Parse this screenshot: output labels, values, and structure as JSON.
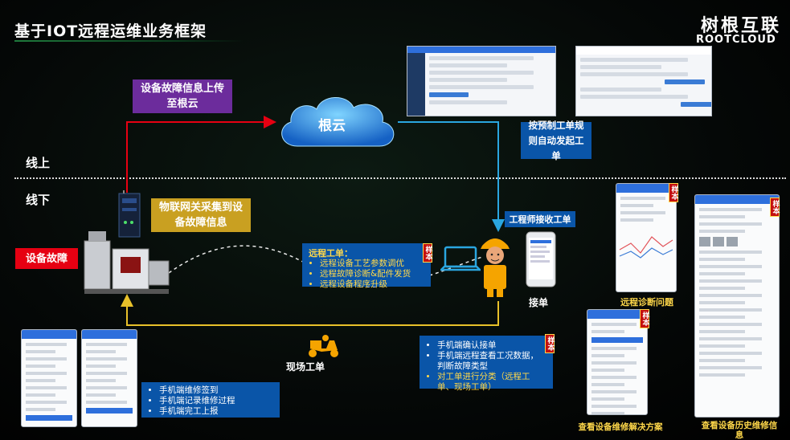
{
  "header": {
    "title": "基于IOT远程运维业务框架",
    "logo_cn": "树根互联",
    "logo_en": "ROOTCLOUD"
  },
  "zones": {
    "online": "线上",
    "offline": "线下"
  },
  "cloud": {
    "label": "根云"
  },
  "boxes": {
    "upload": "设备故障信息上传至根云",
    "gateway": "物联网关采集到设备故障信息",
    "fault": "设备故障",
    "auto_order": "按预制工单规则自动发起工单",
    "engineer_receive": "工程师接收工单"
  },
  "remote_order": {
    "header": "远程工单：",
    "items": [
      "远程设备工艺参数调优",
      "远程故障诊断&配件发货",
      "远程设备程序升级"
    ]
  },
  "mobile_confirm": {
    "items": [
      "手机端确认接单",
      "手机端远程查看工况数据，判断故障类型"
    ],
    "highlight": "对工单进行分类（远程工单、现场工单）"
  },
  "field_steps": {
    "items": [
      "手机端维修签到",
      "手机端记录维修过程",
      "手机端完工上报"
    ]
  },
  "captions": {
    "accept": "接单",
    "field_order": "现场工单",
    "remote_diag": "远程诊断问题",
    "solution": "查看设备维修解决方案",
    "history": "查看设备历史维修信息"
  },
  "stamp": "样本",
  "colors": {
    "upload_arrow": "#e60012",
    "cloud_arrow": "#2aa6e0",
    "field_arrow": "#e8c12a",
    "purple": "#6c2c9c",
    "gold": "#c9a021",
    "blue": "#0a55a8"
  },
  "icons": [
    "cloud-icon",
    "gateway-device-icon",
    "machine-icon",
    "laptop-icon",
    "engineer-icon",
    "smartphone-icon",
    "scooter-icon"
  ]
}
